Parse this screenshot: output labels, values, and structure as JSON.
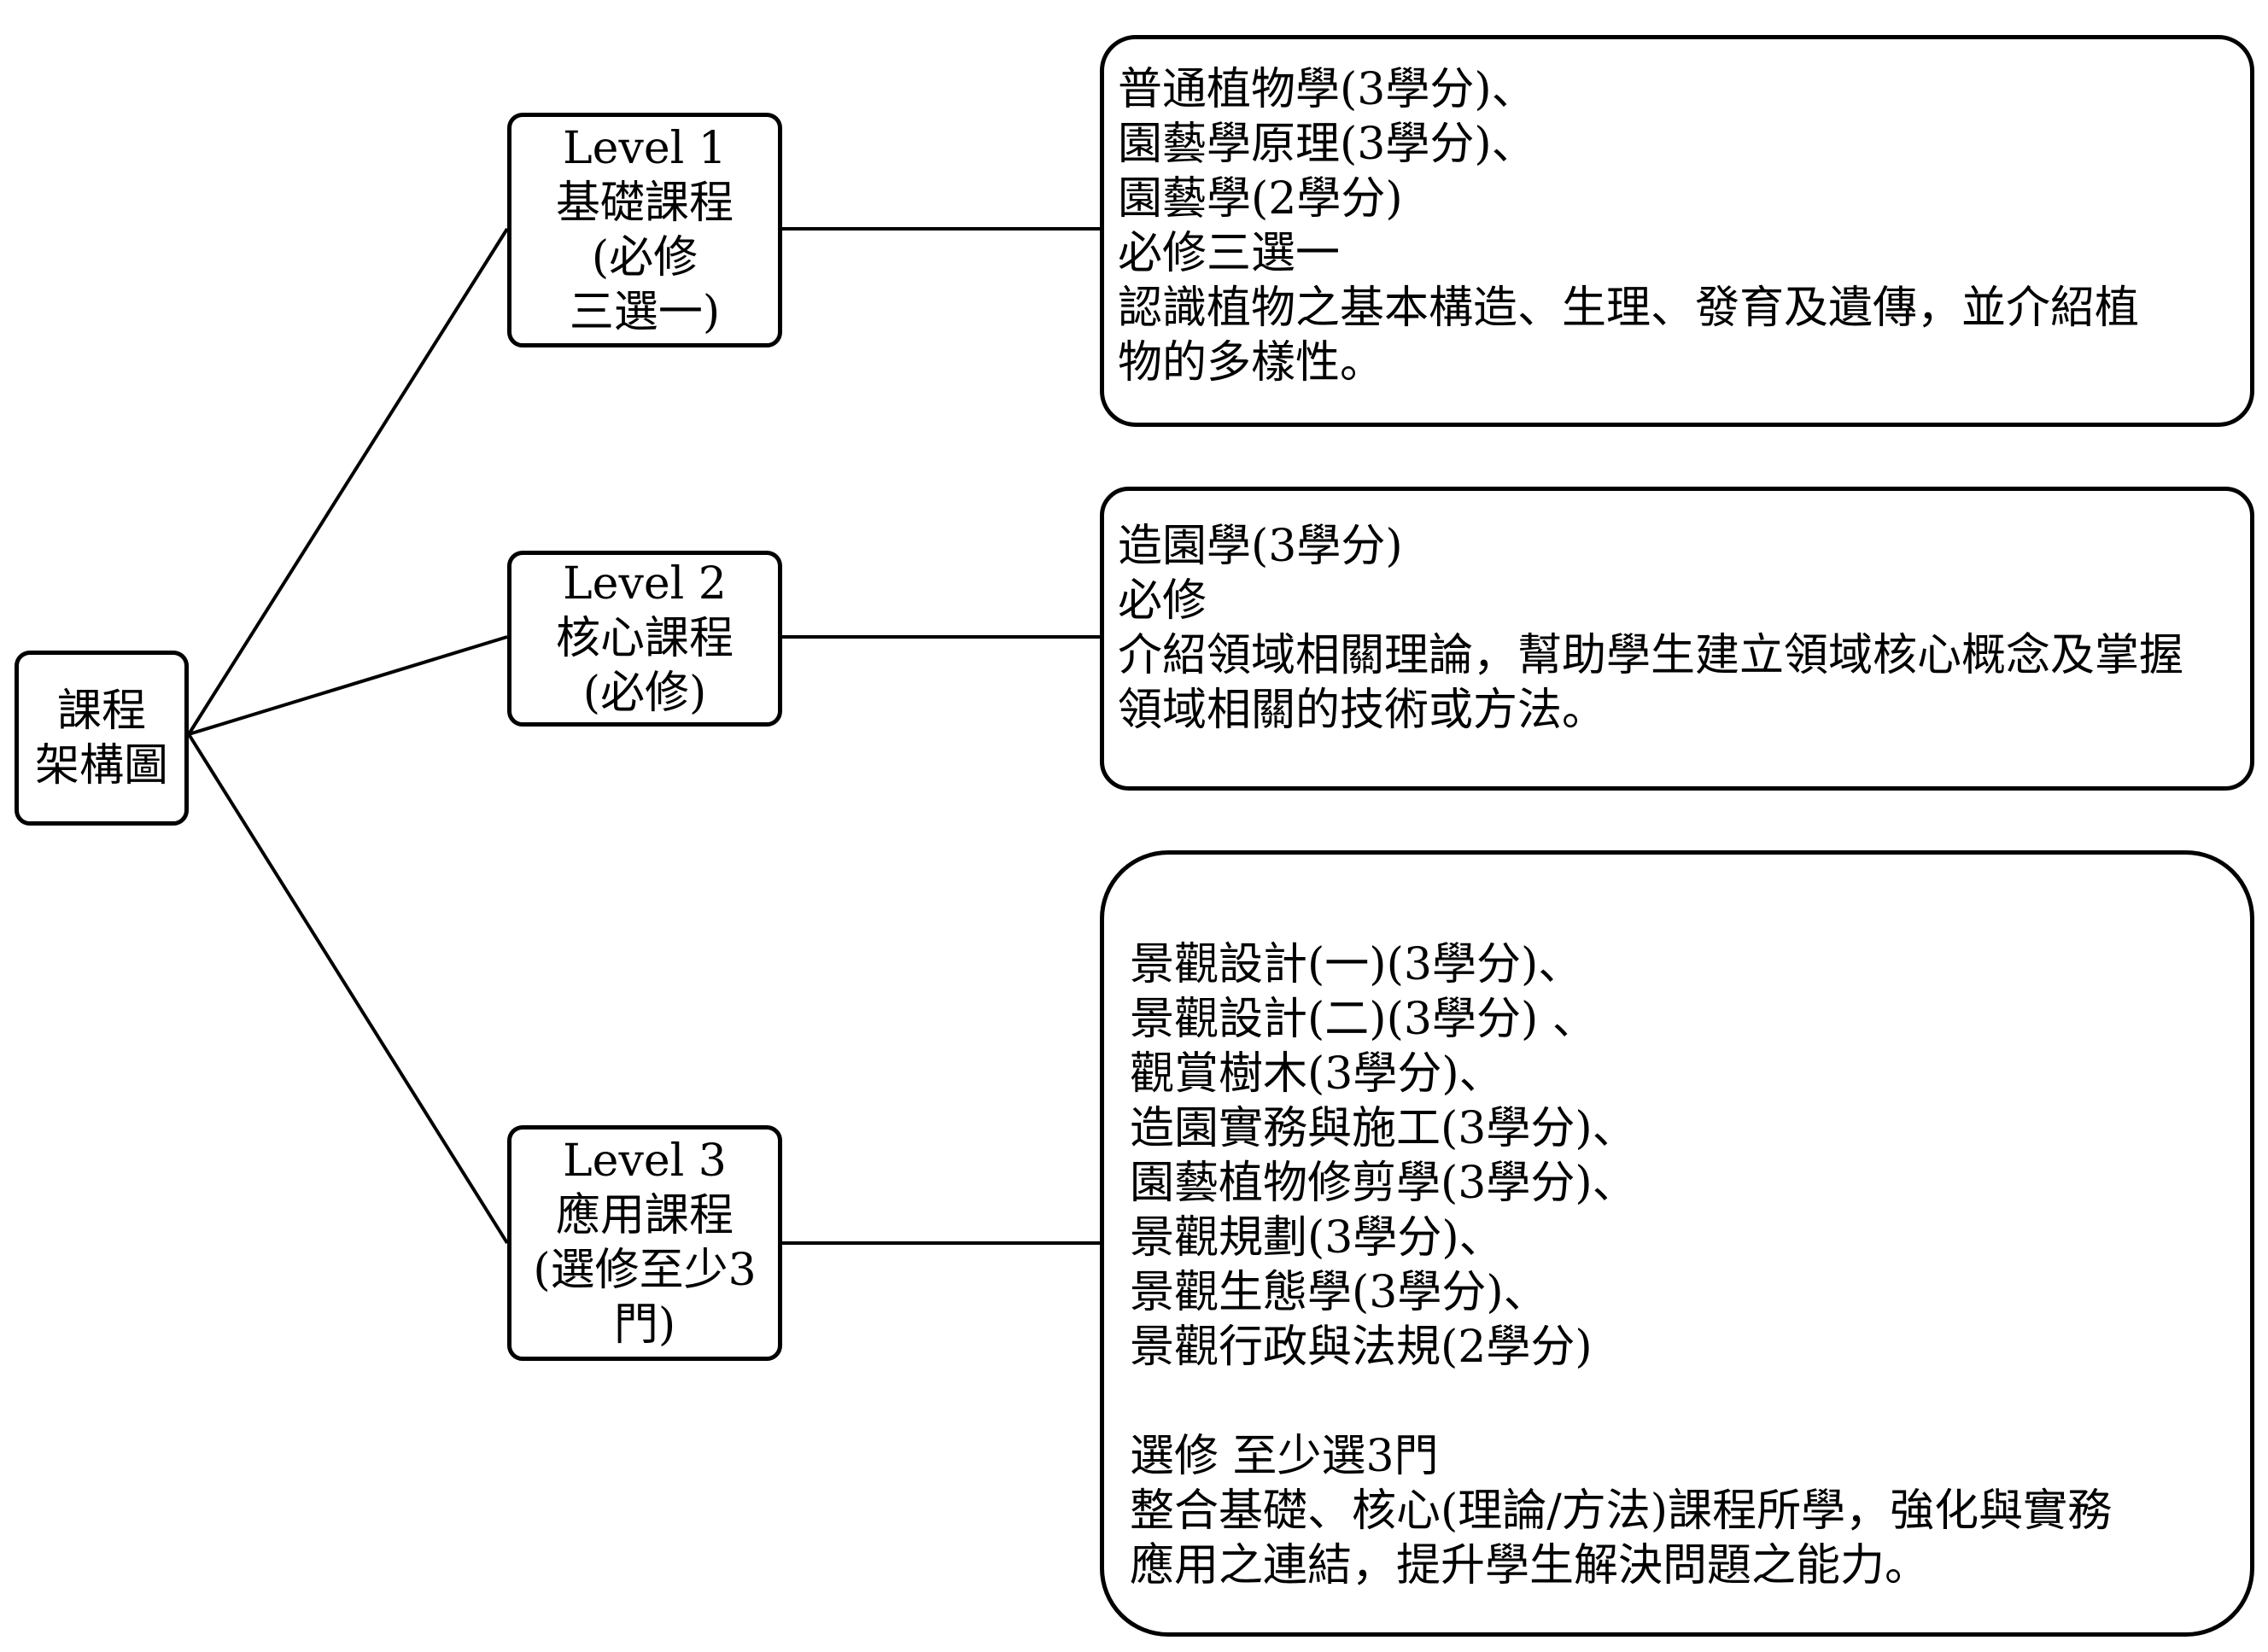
{
  "root": {
    "lines": [
      "課程",
      "架構圖"
    ]
  },
  "levels": [
    {
      "lines": [
        "Level 1",
        "基礎課程",
        "(必修",
        "三選一)"
      ],
      "details": [
        "普通植物學(3學分)、",
        "園藝學原理(3學分)、",
        "園藝學(2學分)",
        "必修三選一",
        "認識植物之基本構造、生理、發育及遺傳，並介紹植",
        "物的多樣性。"
      ]
    },
    {
      "lines": [
        "Level 2",
        "核心課程",
        "(必修)"
      ],
      "details": [
        "造園學(3學分)",
        "必修",
        "介紹領域相關理論，幫助學生建立領域核心概念及掌握",
        "領域相關的技術或方法。"
      ]
    },
    {
      "lines": [
        "Level 3",
        "應用課程",
        "(選修至少3",
        "門)"
      ],
      "details": [
        "景觀設計(一)(3學分)、",
        "景觀設計(二)(3學分) 、",
        "觀賞樹木(3學分)、",
        "造園實務與施工(3學分)、",
        "園藝植物修剪學(3學分)、",
        "景觀規劃(3學分)、",
        "景觀生態學(3學分)、",
        "景觀行政與法規(2學分)",
        "",
        "選修 至少選3門",
        "整合基礎、核心(理論/方法)課程所學，強化與實務",
        "應用之連結，提升學生解決問題之能力。"
      ]
    }
  ]
}
